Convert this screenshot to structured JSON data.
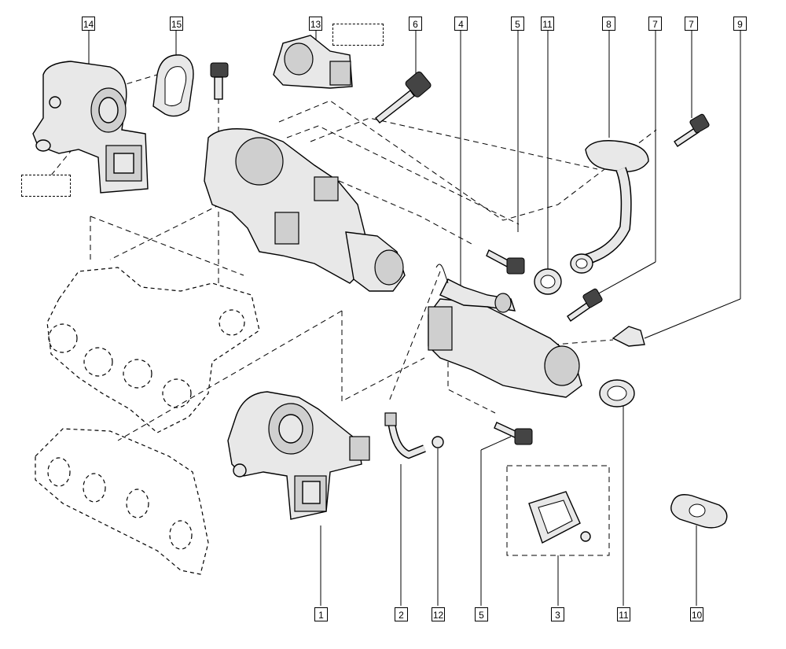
{
  "callouts": {
    "top": [
      "14",
      "15",
      "13",
      "6",
      "4",
      "5",
      "11",
      "8",
      "7",
      "7",
      "9"
    ],
    "bottom": [
      "1",
      "2",
      "12",
      "5",
      "3",
      "11",
      "10"
    ]
  }
}
